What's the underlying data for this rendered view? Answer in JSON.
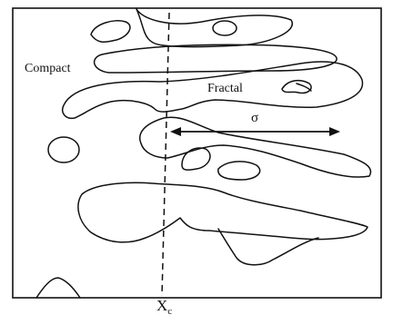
{
  "labels": {
    "compact": "Compact",
    "fractal": "Fractal",
    "sigma": "σ",
    "xc_main": "X",
    "xc_sub": "c"
  }
}
